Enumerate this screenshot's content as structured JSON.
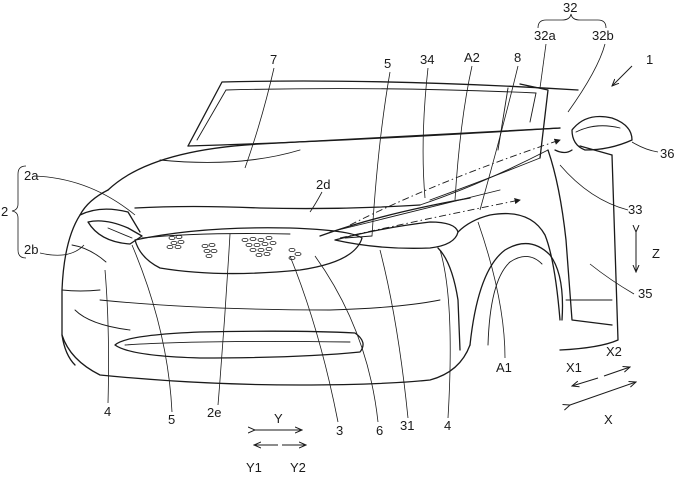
{
  "labels": {
    "l1": "1",
    "l2": "2",
    "l2a": "2a",
    "l2b": "2b",
    "l2d": "2d",
    "l2e": "2e",
    "l3": "3",
    "l4a": "4",
    "l4b": "4",
    "l5a": "5",
    "l5b": "5",
    "l6": "6",
    "l7": "7",
    "l8": "8",
    "l31": "31",
    "l32": "32",
    "l32a": "32a",
    "l32b": "32b",
    "l33": "33",
    "l34": "34",
    "l35": "35",
    "l36": "36",
    "lA1": "A1",
    "lA2": "A2"
  },
  "axes": {
    "x": "X",
    "x1": "X1",
    "x2": "X2",
    "y": "Y",
    "y1": "Y1",
    "y2": "Y2",
    "z": "Z"
  }
}
